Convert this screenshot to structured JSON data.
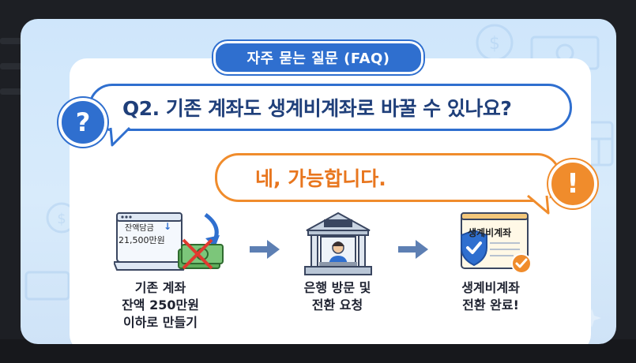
{
  "header": {
    "faq_label": "자주 묻는 질문 (FAQ)"
  },
  "question": {
    "icon": "question-mark-icon",
    "text": "Q2. 기존 계좌도 생계비계좌로 바꿀 수 있나요?"
  },
  "answer": {
    "icon": "exclamation-icon",
    "text": "네, 가능합니다."
  },
  "steps": [
    {
      "id": "reduce-balance",
      "screen_label_1": "잔액담금",
      "screen_label_2": "21,500만원",
      "caption_lines": [
        "기존 계좌",
        "잔액 250만원",
        "이하로 만들기"
      ]
    },
    {
      "id": "visit-bank",
      "caption_lines": [
        "은행 방문 및",
        "전환 요청"
      ]
    },
    {
      "id": "conversion-complete",
      "doc_label": "생계비계좌",
      "caption_lines": [
        "생계비계좌",
        "전환 완료!"
      ]
    }
  ],
  "colors": {
    "primary_blue": "#2f6fcf",
    "accent_orange": "#f08c2c",
    "panel_bg": "#ffffff",
    "outer_bg": "#d3e8fb"
  }
}
